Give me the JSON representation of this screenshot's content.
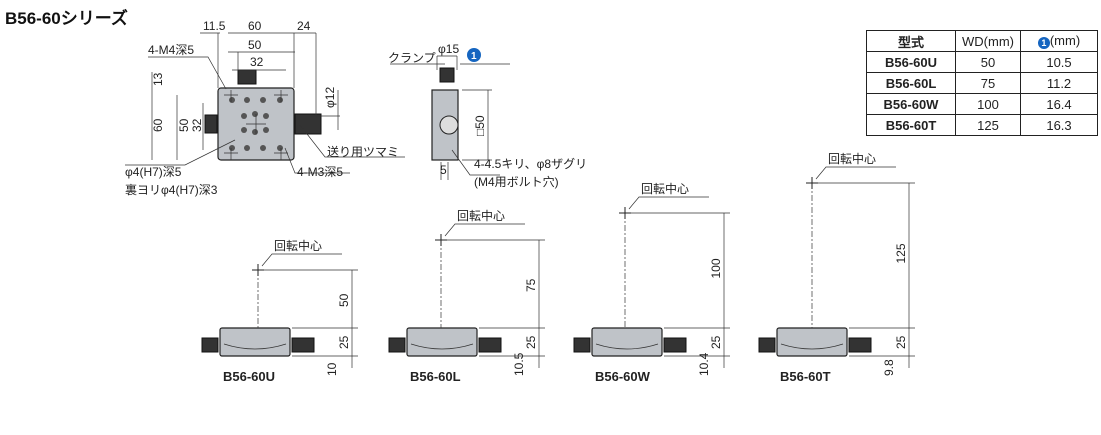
{
  "title": "B56-60シリーズ",
  "top_view": {
    "dims": {
      "d11_5": "11.5",
      "d60w": "60",
      "d24": "24",
      "d50w": "50",
      "d32w": "32",
      "d13": "13",
      "d60h": "60",
      "d50h": "50",
      "d32h": "32",
      "phi12": "φ12"
    },
    "notes": {
      "m4": "4-M4深5",
      "m3": "4-M3深5",
      "pin": "φ4(H7)深5",
      "pin_back": "裏ヨリφ4(H7)深3",
      "knob": "送り用ツマミ"
    }
  },
  "side_view": {
    "clamp": "クランプ",
    "phi15": "φ15",
    "badge": "1",
    "sq50": "□50",
    "d5": "5",
    "hole": "4-4.5キリ、φ8ザグリ",
    "hole2": "(M4用ボルト穴)"
  },
  "table": {
    "headers": [
      "型式",
      "WD(mm)",
      "(mm)"
    ],
    "badge": "1",
    "rows": [
      {
        "model": "B56-60U",
        "wd": "50",
        "v": "10.5"
      },
      {
        "model": "B56-60L",
        "wd": "75",
        "v": "11.2"
      },
      {
        "model": "B56-60W",
        "wd": "100",
        "v": "16.4"
      },
      {
        "model": "B56-60T",
        "wd": "125",
        "v": "16.3"
      }
    ]
  },
  "center_label": "回転中心",
  "variants": [
    {
      "model": "B56-60U",
      "wd": "50",
      "h": "25",
      "v": "10"
    },
    {
      "model": "B56-60L",
      "wd": "75",
      "h": "25",
      "v": "10.5"
    },
    {
      "model": "B56-60W",
      "wd": "100",
      "h": "25",
      "v": "10.4"
    },
    {
      "model": "B56-60T",
      "wd": "125",
      "h": "25",
      "v": "9.8"
    }
  ]
}
